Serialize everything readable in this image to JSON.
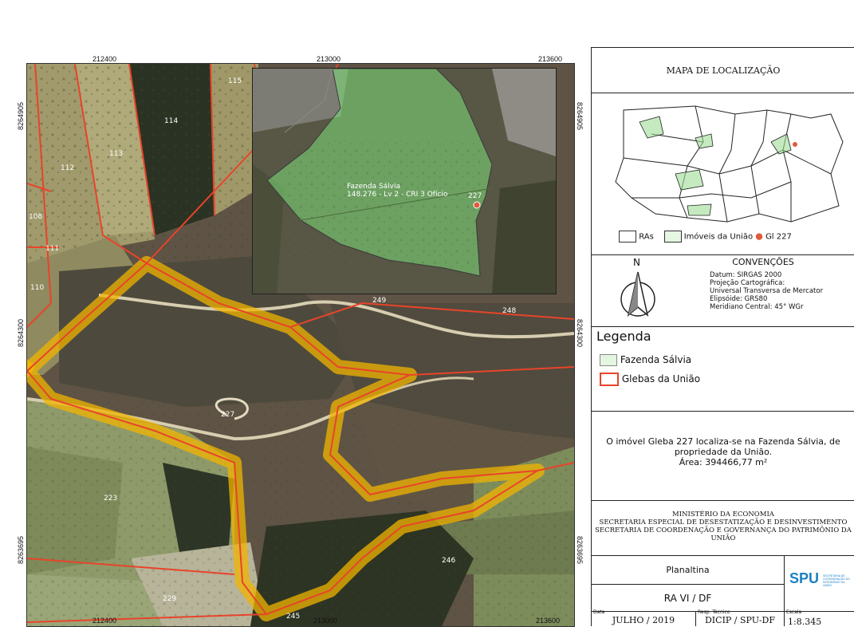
{
  "map": {
    "top_coords": [
      "212400",
      "213000",
      "213600"
    ],
    "bottom_coords": [
      "212400",
      "213000",
      "213600"
    ],
    "left_coords": [
      "8264905",
      "8264300",
      "8263695"
    ],
    "right_coords": [
      "8264905",
      "8264300",
      "8263695"
    ],
    "parcel_labels": [
      "115",
      "114",
      "113",
      "112",
      "111",
      "110",
      "108",
      "249",
      "248",
      "227",
      "223",
      "229",
      "246",
      "245"
    ],
    "inset_label_line1": "Fazenda Sálvia",
    "inset_label_line2": "148.276 - Lv 2 - CRI 3 Ofício",
    "inset_point_label": "227"
  },
  "panel": {
    "location_title": "MAPA DE LOCALIZAÇÃO",
    "locator_legend": {
      "ras": "RAs",
      "imoveis": "Imóveis da União",
      "gl": "Gl 227"
    },
    "conventions": {
      "north": "N",
      "title": "CONVENÇÕES",
      "lines": [
        "Datum: SIRGAS 2000",
        "Projeção Cartográfica:",
        "Universal Transversa de Mercator",
        "Elipsóide: GRS80",
        "Meridiano Central: 45° WGr"
      ]
    },
    "legend": {
      "title": "Legenda",
      "items": [
        {
          "label": "Fazenda Sálvia"
        },
        {
          "label": "Glebas da União"
        }
      ]
    },
    "description": {
      "line1": "O imóvel Gleba 227 localiza-se na Fazenda Sálvia, de",
      "line2": "propriedade da União.",
      "line3": "Área: 394466,77 m²"
    },
    "institution": {
      "line1": "MINISTÉRIO DA ECONOMIA",
      "line2": "SECRETARIA ESPECIAL DE DESESTATIZAÇÃO E DESINVESTIMENTO",
      "line3": "SECRETARIA DE COORDENAÇÃO E GOVERNANÇA DO PATRIMÔNIO DA",
      "line4": "UNIÃO"
    },
    "place": "Planaltina",
    "region": "RA VI / DF",
    "logo_text": "SPU",
    "logo_small": "SECRETARIA DE COORDENAÇÃO DO PATRIMÔNIO DA UNIÃO",
    "footer": {
      "date_label": "Data",
      "date_value": "JULHO / 2019",
      "tech_label": "Resp. Técnico",
      "tech_value": "DICIP / SPU-DF",
      "scale_label": "Escala",
      "scale_value": "1:8.345"
    }
  },
  "colors": {
    "boundary_red": "#e8442a",
    "buffer_yellow": "#f2b400",
    "fazenda_green": "#7fe07a",
    "point_red": "#e05a3a"
  }
}
